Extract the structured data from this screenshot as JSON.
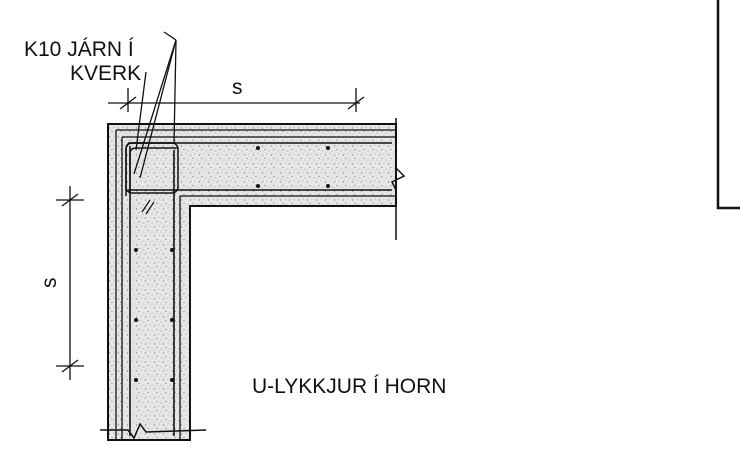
{
  "drawing": {
    "callout_label_line1": "K10 JÁRN Í",
    "callout_label_line2": "KVERK",
    "dimension_horizontal": "s",
    "dimension_vertical": "s",
    "detail_title": "U-LYKKJUR Í HORN"
  },
  "colors": {
    "ink": "#111111",
    "concrete_fill": "#e2e2e2",
    "background": "#ffffff"
  }
}
